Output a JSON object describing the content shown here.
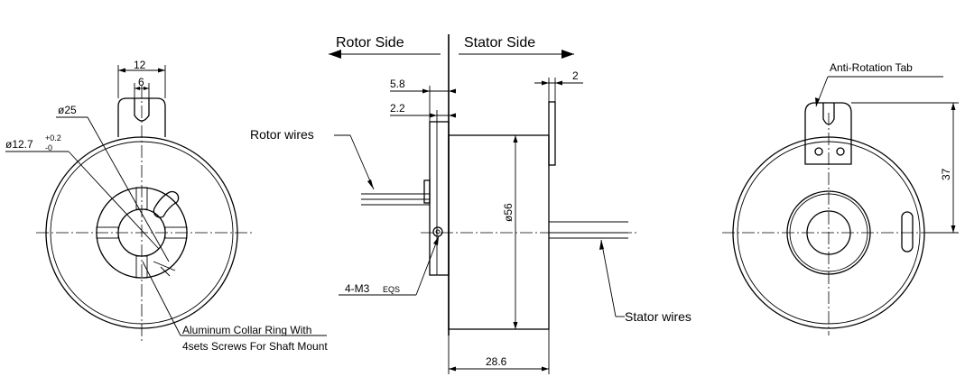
{
  "header": {
    "rotor_side": "Rotor Side",
    "stator_side": "Stator Side"
  },
  "left_view": {
    "dim_tab_width": "12",
    "dim_slot_width": "6",
    "dim_collar_dia": "ø25",
    "dim_bore_dia": "ø12.7",
    "dim_bore_tol_plus": "+0.2",
    "dim_bore_tol_minus": "-0",
    "collar_note_line1": "Aluminum Collar Ring With",
    "collar_note_line2": "4sets Screws For Shaft Mount"
  },
  "side_view": {
    "dim_flange_offset": "5.8",
    "dim_collar_offset": "2.2",
    "dim_tab_thickness": "2",
    "dim_body_dia": "ø56",
    "dim_body_length": "28.6",
    "rotor_wires_label": "Rotor wires",
    "stator_wires_label": "Stator wires",
    "screw_callout": "4-M3",
    "screw_callout_suffix": "EQS"
  },
  "right_view": {
    "anti_rotation_label": "Anti-Rotation Tab",
    "dim_tab_height": "37"
  }
}
